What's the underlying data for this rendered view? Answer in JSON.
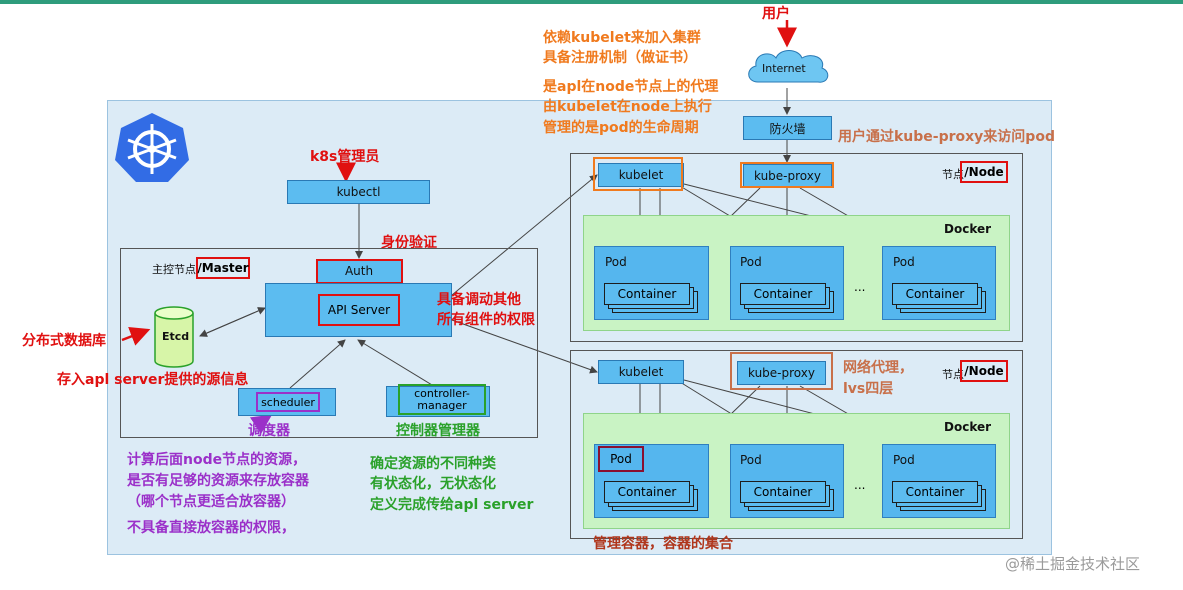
{
  "colors": {
    "panel": "#dcebf6",
    "box": "#5cbcf0",
    "docker": "#c9f3c4",
    "annotation_red": "#e01010",
    "annotation_orange": "#f07a1e",
    "annotation_purple": "#9b30c9",
    "annotation_green": "#2aa12a"
  },
  "top": {
    "user": "用户",
    "internet": "Internet",
    "firewall": "防火墙",
    "firewall_note": "用户通过kube-proxy来访问pod"
  },
  "kubelet_notes": [
    "依赖kubelet来加入集群",
    "具备注册机制（做证书）",
    "是apl在node节点上的代理",
    "由kubelet在node上执行",
    "管理的是pod的生命周期"
  ],
  "master": {
    "admin_label": "k8s管理员",
    "kubectl": "kubectl",
    "auth_label": "身份验证",
    "auth": "Auth",
    "title_prefix": "主控节点",
    "title": "/Master",
    "api_server": "API Server",
    "api_note": [
      "具备调动其他",
      "所有组件的权限"
    ],
    "etcd": "Etcd",
    "etcd_note": "分布式数据库",
    "etcd_note2": "存入apl server提供的源信息",
    "scheduler": "scheduler",
    "scheduler_label": "调度器",
    "controller": "controller-\nmanager",
    "controller_label": "控制器管理器",
    "scheduler_notes": [
      "计算后面node节点的资源，",
      "是否有足够的资源来存放容器",
      "（哪个节点更适合放容器）",
      "不具备直接放容器的权限，"
    ],
    "controller_notes": [
      "确定资源的不同种类",
      "有状态化，无状态化",
      "定义完成传给apl server"
    ]
  },
  "nodes": [
    {
      "title_prefix": "节点",
      "title": "/Node",
      "kubelet": "kubelet",
      "kube_proxy": "kube-proxy",
      "docker": "Docker",
      "pods": [
        {
          "label": "Pod",
          "container": "Container"
        },
        {
          "label": "Pod",
          "container": "Container"
        },
        {
          "label": "Pod",
          "container": "Container"
        }
      ],
      "ellipsis": "..."
    },
    {
      "title_prefix": "节点",
      "title": "/Node",
      "kubelet": "kubelet",
      "kube_proxy": "kube-proxy",
      "docker": "Docker",
      "pods": [
        {
          "label": "Pod",
          "container": "Container"
        },
        {
          "label": "Pod",
          "container": "Container"
        },
        {
          "label": "Pod",
          "container": "Container"
        }
      ],
      "ellipsis": "...",
      "proxy_note": [
        "网络代理，",
        "lvs四层"
      ],
      "docker_note": "管理容器，容器的集合"
    }
  ],
  "watermark": "@稀土掘金技术社区"
}
